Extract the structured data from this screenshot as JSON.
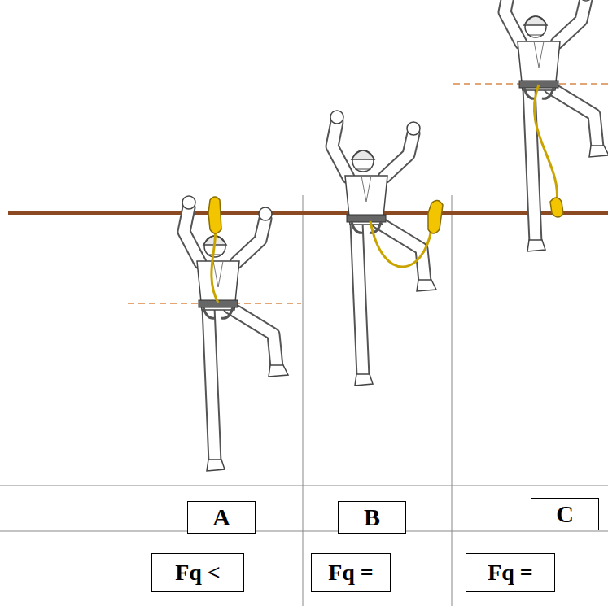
{
  "diagram": {
    "nodes": [
      {
        "text": [
          "A"
        ]
      },
      {
        "text": [
          "B"
        ]
      },
      {
        "text": [
          "C"
        ]
      },
      {
        "text": [
          "Fq <"
        ]
      },
      {
        "text": [
          "Fq ="
        ]
      },
      {
        "text": [
          "Fq ="
        ]
      }
    ]
  }
}
